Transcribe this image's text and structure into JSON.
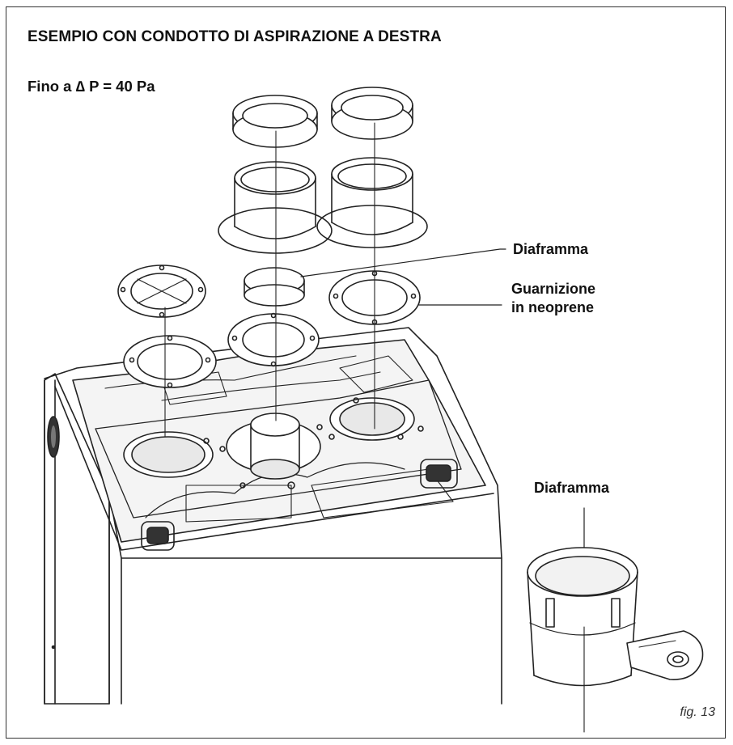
{
  "header": {
    "title": "ESEMPIO CON CONDOTTO DI ASPIRAZIONE A DESTRA",
    "subtitle": "Fino a ∆ P = 40 Pa"
  },
  "callouts": {
    "diaframma_top": "Diaframma",
    "guarnizione_line1": "Guarnizione",
    "guarnizione_line2": "in neoprene",
    "diaframma_detail": "Diaframma"
  },
  "footer": {
    "figure_ref": "fig. 13"
  }
}
